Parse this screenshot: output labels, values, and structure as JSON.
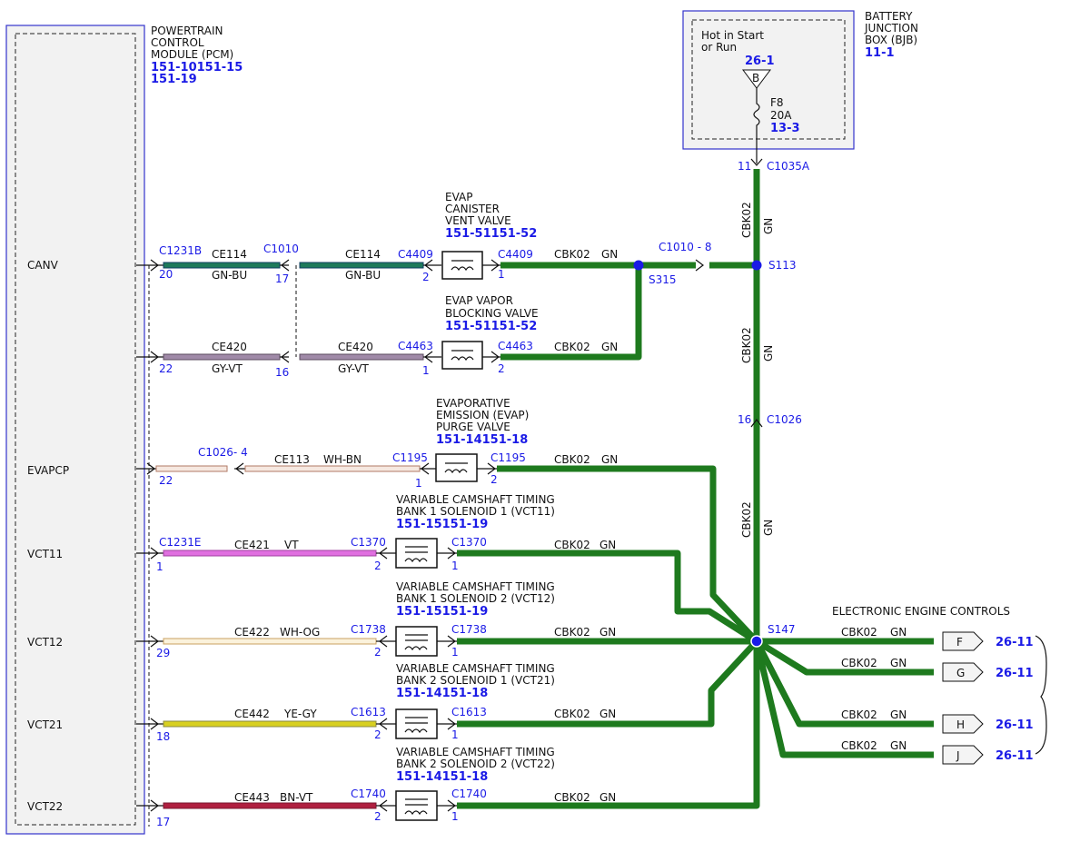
{
  "pcm": {
    "title1": "POWERTRAIN",
    "title2": "CONTROL",
    "title3": "MODULE (PCM)",
    "ref1": "151-10151-15",
    "ref2": "151-19",
    "pins": [
      "CANV",
      "EVAPCP",
      "VCT11",
      "VCT12",
      "VCT21",
      "VCT22"
    ]
  },
  "bjb": {
    "title1": "BATTERY",
    "title2": "JUNCTION",
    "title3": "BOX (BJB)",
    "ref": "11-1",
    "hot1": "Hot in Start",
    "hot2": "or Run",
    "hot_ref": "26-1",
    "bus": "B",
    "fuse": "F8",
    "fuse_rating": "20A",
    "fuse_ref": "13-3",
    "conn_pin": "11",
    "conn": "C1035A"
  },
  "trunk": {
    "wire": "CBK02",
    "color": "GN",
    "splice_top": "S113",
    "splice_mid": "S315",
    "splice_main": "S147",
    "inline_conn": "C1010 - 8",
    "lower_pin": "16",
    "lower_conn": "C1026"
  },
  "components": {
    "evap_vent": {
      "l1": "EVAP",
      "l2": "CANISTER",
      "l3": "VENT VALVE",
      "ref": "151-51151-52"
    },
    "evap_block": {
      "l1": "EVAP VAPOR",
      "l2": "BLOCKING VALVE",
      "ref": "151-51151-52"
    },
    "evap_purge": {
      "l1": "EVAPORATIVE",
      "l2": "EMISSION (EVAP)",
      "l3": "PURGE VALVE",
      "ref": "151-14151-18"
    },
    "vct11": {
      "l1": "VARIABLE CAMSHAFT TIMING",
      "l2": "BANK 1 SOLENOID 1 (VCT11)",
      "ref": "151-15151-19"
    },
    "vct12": {
      "l1": "VARIABLE CAMSHAFT TIMING",
      "l2": "BANK 1 SOLENOID 2 (VCT12)",
      "ref": "151-15151-19"
    },
    "vct21": {
      "l1": "VARIABLE CAMSHAFT TIMING",
      "l2": "BANK 2 SOLENOID 1 (VCT21)",
      "ref": "151-14151-18"
    },
    "vct22": {
      "l1": "VARIABLE CAMSHAFT TIMING",
      "l2": "BANK 2 SOLENOID 2 (VCT22)",
      "ref": "151-14151-18"
    }
  },
  "circuits": {
    "canv": {
      "pcm_conn": "C1231B",
      "pcm_pin": "20",
      "wire1": "CE114",
      "color1": "GN-BU",
      "mid_conn": "C1010",
      "mid_pin": "17",
      "wire2": "CE114",
      "color2": "GN-BU",
      "comp_conn": "C4409",
      "comp_pin_in": "2",
      "comp_pin_out": "1",
      "out_conn": "C4409"
    },
    "block": {
      "pcm_pin": "22",
      "wire1": "CE420",
      "color1": "GY-VT",
      "mid_pin": "16",
      "wire2": "CE420",
      "color2": "GY-VT",
      "comp_conn": "C4463",
      "comp_pin_in": "1",
      "comp_pin_out": "2",
      "out_conn": "C4463"
    },
    "evapcp": {
      "pcm_pin": "22",
      "mid_conn": "C1026- 4",
      "wire": "CE113",
      "color": "WH-BN",
      "comp_conn": "C1195",
      "comp_pin_in": "1",
      "comp_pin_out": "2",
      "out_conn": "C1195"
    },
    "vct11": {
      "pcm_conn": "C1231E",
      "pcm_pin": "1",
      "wire": "CE421",
      "color": "VT",
      "comp_conn": "C1370",
      "comp_pin_in": "2",
      "comp_pin_out": "1",
      "out_conn": "C1370"
    },
    "vct12": {
      "pcm_pin": "29",
      "wire": "CE422",
      "color": "WH-OG",
      "comp_conn": "C1738",
      "comp_pin_in": "2",
      "comp_pin_out": "1",
      "out_conn": "C1738"
    },
    "vct21": {
      "pcm_pin": "18",
      "wire": "CE442",
      "color": "YE-GY",
      "comp_conn": "C1613",
      "comp_pin_in": "2",
      "comp_pin_out": "1",
      "out_conn": "C1613"
    },
    "vct22": {
      "pcm_pin": "17",
      "wire": "CE443",
      "color": "BN-VT",
      "comp_conn": "C1740",
      "comp_pin_in": "2",
      "comp_pin_out": "1",
      "out_conn": "C1740"
    }
  },
  "eec": {
    "title": "ELECTRONIC ENGINE CONTROLS",
    "outputs": [
      {
        "wire": "CBK02",
        "color": "GN",
        "tag": "F",
        "ref": "26-11"
      },
      {
        "wire": "CBK02",
        "color": "GN",
        "tag": "G",
        "ref": "26-11"
      },
      {
        "wire": "CBK02",
        "color": "GN",
        "tag": "H",
        "ref": "26-11"
      },
      {
        "wire": "CBK02",
        "color": "GN",
        "tag": "J",
        "ref": "26-11"
      }
    ]
  },
  "colors": {
    "ground": "#1e7a1e",
    "blue_ref": "#1a1ae6",
    "gn_bu": "#1e7a5a",
    "gy_vt": "#a08aa8",
    "wh_bn": "#d9b8a8",
    "vt": "#e070e0",
    "wh_og": "#f0d8b0",
    "ye_gy": "#d8d020",
    "bn_vt": "#b02040"
  }
}
